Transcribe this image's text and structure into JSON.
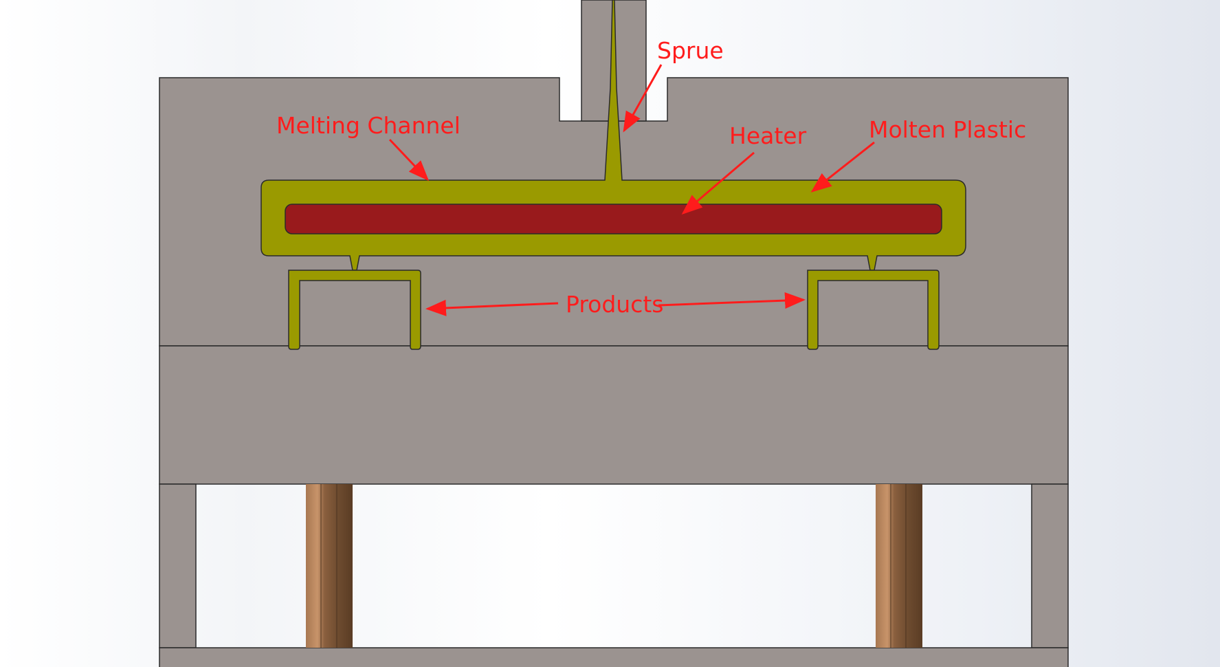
{
  "labels": {
    "sprue": "Sprue",
    "melting_channel": "Melting Channel",
    "heater": "Heater",
    "molten_plastic": "Molten Plastic",
    "products": "Products"
  },
  "colors": {
    "mold_steel": "#9b9390",
    "molten_plastic": "#9a9a00",
    "heater": "#991a1c",
    "callout": "#ff1c1c",
    "ejector_pin": "#7a5537",
    "outline": "#2a2a2a"
  }
}
